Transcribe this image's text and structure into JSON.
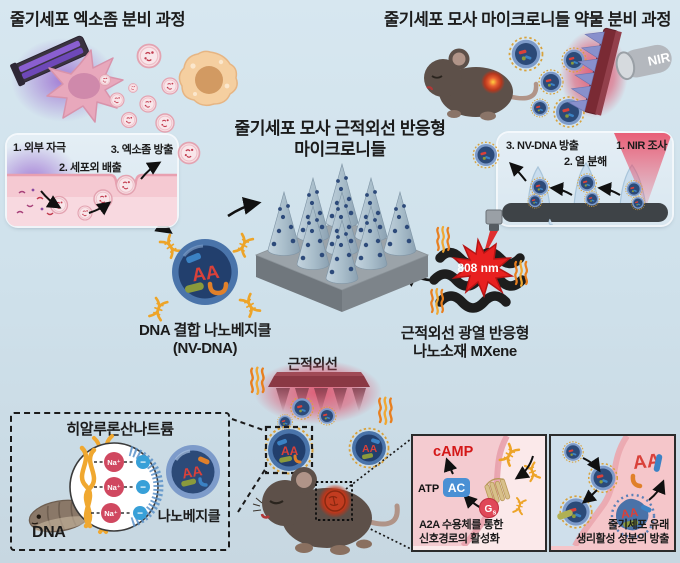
{
  "colors": {
    "background": "#cfe1eb",
    "nir_red": "#e0506a",
    "burst_red": "#e82020",
    "heat_orange": "#e87f1f",
    "vesicle_navy": "#2c4a78",
    "camp_red": "#d41818",
    "ac_blue": "#4a90d4",
    "na_red": "#d04860",
    "minus_blue": "#38a0d8",
    "mxene_black": "#1d1d1d"
  },
  "header": {
    "left_title": "줄기세포 엑소좀 분비 과정",
    "right_title": "줄기세포 모사 마이크로니들 약물 분비 과정"
  },
  "center": {
    "title_line1": "줄기세포 모사 근적외선 반응형",
    "title_line2": "마이크로니들"
  },
  "exosome_box": {
    "step1": "1. 외부 자극",
    "step2": "2. 세포외 배출",
    "step3": "3. 엑소좀 방출"
  },
  "needle_box": {
    "step1": "1. NIR 조사",
    "step2": "2. 열 분해",
    "step3": "3. NV-DNA 방출"
  },
  "nv_dna": {
    "line1": "DNA 결합 나노베지클",
    "line2": "(NV-DNA)",
    "letters": "AA"
  },
  "mxene": {
    "burst": "808 nm",
    "line1": "근적외선 광열 반응형",
    "line2": "나노소재 MXene"
  },
  "nir": {
    "source_label": "NIR",
    "patch_label": "근적외선"
  },
  "hyaluronate_box": {
    "title": "히알루론산나트륨",
    "dna": "DNA",
    "na": "Na⁺",
    "minus": "−",
    "vesicle": "나노베지클"
  },
  "signaling_box": {
    "camp": "cAMP",
    "atp": "ATP",
    "ac": "AC",
    "g": "G",
    "g_sub": "s",
    "caption1": "A2A 수용체를 통한",
    "caption2": "신호경로의 활성화"
  },
  "release_box": {
    "caption1": "줄기세포 유래",
    "caption2": "생리활성 성분의 방출"
  }
}
